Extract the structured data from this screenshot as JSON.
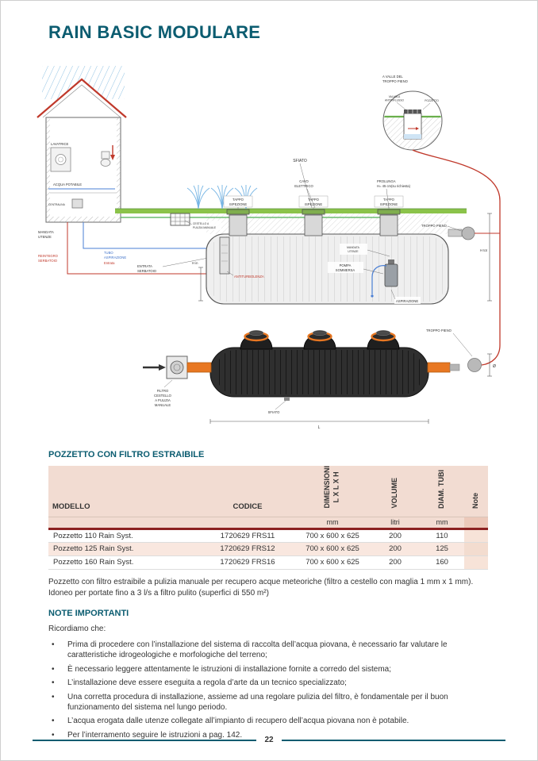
{
  "page": {
    "title": "RAIN BASIC MODULARE",
    "number": "22"
  },
  "colors": {
    "accent_teal": "#0b5c70",
    "maroon_rule": "#8c2121",
    "header_beige": "#f2dcd2",
    "note_pink": "#ecc9ba",
    "fitting_orange": "#e87722",
    "grass_green": "#8bc34a",
    "overflow_red": "#c0392b"
  },
  "diagram": {
    "labels": {
      "a_valle": [
        "A VALLE DEL",
        "TROPPO PIENO"
      ],
      "valvola": [
        "VALVOLA",
        "ANTIRIFLUSSO"
      ],
      "pozzetto": "POZZETTO",
      "lavatrice": "LAVATRICE",
      "acqua_potabile": "ACQUA POTABILE",
      "centralina": "CENTRALINA",
      "mandata_utenze": [
        "MANDATA",
        "UTENZE"
      ],
      "reintegro_serbatoio": [
        "REINTEGRO",
        "SERBATOIO"
      ],
      "tubo_aspirazione": [
        "TUBO",
        "ASPIRAZIONE"
      ],
      "entrata": "Entrata",
      "entrata_serbatoio": [
        "ENTRATA",
        "SERBATOIO"
      ],
      "cestello_pulizia": [
        "CESTELLO A",
        "PULIZIA MANUALE"
      ],
      "tappo_ispezione": [
        "TAPPO",
        "ISPEZIONE"
      ],
      "sfiato": "SFIATO",
      "cavo_elettrico": [
        "CAVO",
        "ELETTRICO"
      ],
      "prolunga": [
        "PROLUNGA",
        "H= 45 cm(su richiesta)"
      ],
      "troppo_pieno": "TROPPO PIENO",
      "h_in": "H in",
      "h_tot": "H tot",
      "antiturbolenza": "ANTITURBOLENZA",
      "pompa_sommersa": [
        "POMPA",
        "SOMMERSA"
      ],
      "mandata_utenze_tank": [
        "MANDATA",
        "UTENZE"
      ],
      "aspirazione": "ASPIRAZIONE",
      "filtro_cestello": [
        "FILTRO",
        "CESTELLO",
        "A PULIZIA",
        "MANUALE"
      ],
      "l_dim": "L",
      "diametro": "Ø"
    }
  },
  "pozzetto": {
    "title": "POZZETTO CON FILTRO ESTRAIBILE",
    "table": {
      "columns": [
        {
          "label": "MODELLO",
          "unit": ""
        },
        {
          "label": "CODICE",
          "unit": ""
        },
        {
          "label": "DIMENSIONI",
          "label2": "L X L X H",
          "unit": "mm"
        },
        {
          "label": "VOLUME",
          "unit": "litri"
        },
        {
          "label": "DIAM. TUBI",
          "unit": "mm"
        },
        {
          "label": "Note",
          "unit": ""
        }
      ],
      "rows": [
        {
          "modello": "Pozzetto 110 Rain Syst.",
          "codice": "1720629 FRS11",
          "dimensioni": "700 x 600 x 625",
          "volume": "200",
          "diam_tubi": "110",
          "note": ""
        },
        {
          "modello": "Pozzetto 125 Rain Syst.",
          "codice": "1720629 FRS12",
          "dimensioni": "700 x 600 x 625",
          "volume": "200",
          "diam_tubi": "125",
          "note": ""
        },
        {
          "modello": "Pozzetto 160 Rain Syst.",
          "codice": "1720629 FRS16",
          "dimensioni": "700 x 600 x 625",
          "volume": "200",
          "diam_tubi": "160",
          "note": ""
        }
      ]
    },
    "description": "Pozzetto con filtro estraibile  a pulizia manuale per recupero acque meteoriche (filtro a cestello con maglia 1 mm x 1 mm). Idoneo per portate fino a 3 l/s a filtro pulito (superfici di 550 m²)"
  },
  "notes": {
    "title": "NOTE IMPORTANTI",
    "intro": "Ricordiamo che:",
    "items": [
      "Prima di procedere con l’installazione del sistema di raccolta dell’acqua piovana, è necessario far valutare le caratteristiche idrogeologiche e morfologiche del terreno;",
      "È necessario leggere attentamente le istruzioni di installazione fornite a corredo del sistema;",
      "L’installazione deve essere eseguita a regola d’arte da un tecnico specializzato;",
      "Una corretta procedura di installazione, assieme ad una regolare pulizia del filtro, è fondamentale per il buon funzionamento del sistema nel lungo periodo.",
      "L’acqua erogata dalle utenze collegate all’impianto di recupero dell’acqua piovana non è potabile.",
      "Per l’interramento seguire le istruzioni a pag. 142."
    ]
  }
}
